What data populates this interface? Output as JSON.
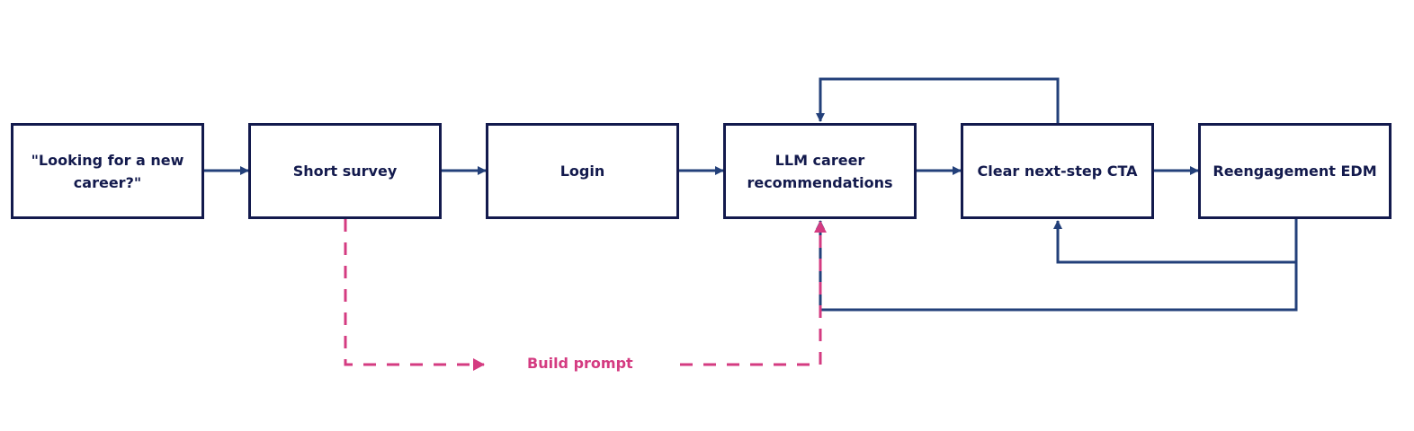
{
  "nodes": {
    "looking": "\"Looking for a new career?\"",
    "survey": "Short survey",
    "login": "Login",
    "llm": "LLM career recommendations",
    "cta": "Clear next-step CTA",
    "edm": "Reengagement EDM"
  },
  "annotation": {
    "build_prompt": "Build prompt"
  },
  "colors": {
    "box_border": "#131a4d",
    "flow_arrow": "#23407a",
    "prompt_path": "#d43b81"
  }
}
